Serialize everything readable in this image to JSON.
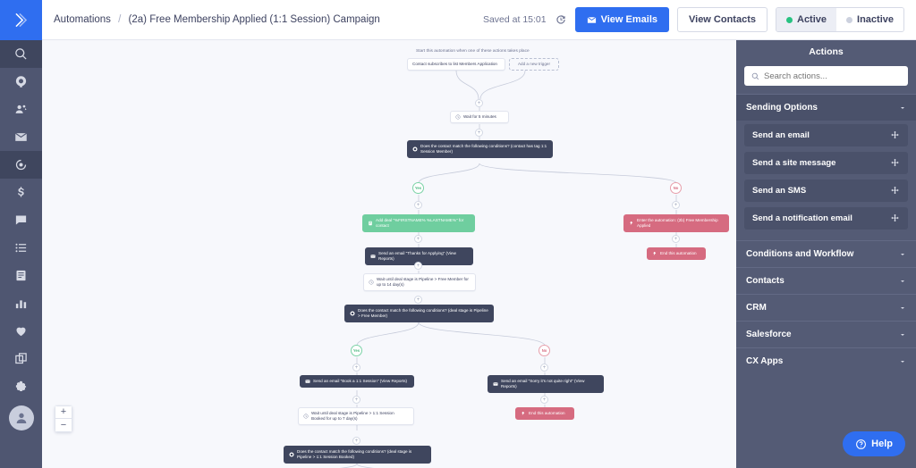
{
  "rail": {
    "logo_icon": "chevrons-right-logo",
    "items": [
      {
        "name": "search-icon",
        "selected": true
      },
      {
        "name": "deals-icon",
        "selected": false
      },
      {
        "name": "contacts-icon",
        "selected": false
      },
      {
        "name": "campaigns-mail-icon",
        "selected": false
      },
      {
        "name": "automations-icon",
        "selected": true
      },
      {
        "name": "ecommerce-dollar-icon",
        "selected": false
      },
      {
        "name": "conversations-icon",
        "selected": false
      },
      {
        "name": "lists-icon",
        "selected": false
      },
      {
        "name": "forms-icon",
        "selected": false
      },
      {
        "name": "reports-chart-icon",
        "selected": false
      },
      {
        "name": "heart-icon",
        "selected": false
      },
      {
        "name": "pages-copy-icon",
        "selected": false
      },
      {
        "name": "settings-gear-icon",
        "selected": false
      }
    ],
    "avatar_icon": "user-avatar-icon"
  },
  "header": {
    "breadcrumb_root": "Automations",
    "breadcrumb_separator": "/",
    "breadcrumb_current": "(2a) Free Membership Applied (1:1 Session) Campaign",
    "saved_text": "Saved at 15:01",
    "history_icon": "history-clock-icon",
    "view_emails_label": "View Emails",
    "view_emails_icon": "envelope-icon",
    "view_contacts_label": "View Contacts",
    "active_label": "Active",
    "inactive_label": "Inactive",
    "active_state": true,
    "accent_blue": "#2f6ef0",
    "active_green": "#27c281"
  },
  "canvas": {
    "start_label": "Start this automation when one of these actions takes place",
    "zoom_in_label": "+",
    "zoom_out_label": "−",
    "yes_label": "Yes",
    "no_label": "No",
    "plus_label": "+",
    "nodes": [
      {
        "id": "trigger-1",
        "type": "white",
        "icon": "",
        "text": "Contact subscribes to list Members Application"
      },
      {
        "id": "trigger-2",
        "type": "dashed",
        "icon": "",
        "text": "Add a new trigger"
      },
      {
        "id": "wait-1",
        "type": "white",
        "icon": "clock-icon",
        "text": "Wait for 5 minutes"
      },
      {
        "id": "cond-1",
        "type": "dark",
        "icon": "condition-icon",
        "text": "Does the contact match the following conditions? (contact has tag 1:1 Session Member)"
      },
      {
        "id": "deal-1",
        "type": "green",
        "icon": "deal-icon",
        "text": "Add deal \"%FIRSTNAME% %LASTNAME%\" for contact"
      },
      {
        "id": "goto-1",
        "type": "pink",
        "icon": "goto-icon",
        "text": "Enter the automation: (2b) Free Membership Applied"
      },
      {
        "id": "end-1",
        "type": "pink",
        "icon": "goto-icon",
        "text": "End this automation"
      },
      {
        "id": "email-1",
        "type": "dark",
        "icon": "envelope-icon",
        "text": "Send an email \"Thanks for Applying\" (View Reports)"
      },
      {
        "id": "wait-2",
        "type": "white",
        "icon": "clock-icon",
        "text": "Wait until deal stage is Pipeline > Free Member for up to 14 day(s)"
      },
      {
        "id": "cond-2",
        "type": "dark",
        "icon": "condition-icon",
        "text": "Does the contact match the following conditions? (deal stage is Pipeline > Free Member)"
      },
      {
        "id": "email-2",
        "type": "dark",
        "icon": "envelope-icon",
        "text": "Send an email \"Book a 1:1 Session\" (View Reports)"
      },
      {
        "id": "email-3",
        "type": "dark",
        "icon": "envelope-icon",
        "text": "Send an email \"Sorry it's not quite right\" (View Reports)"
      },
      {
        "id": "wait-3",
        "type": "white",
        "icon": "clock-icon",
        "text": "Wait until deal stage is Pipeline > 1:1 Session Booked for up to 7 day(s)"
      },
      {
        "id": "end-2",
        "type": "pink",
        "icon": "goto-icon",
        "text": "End this automation"
      },
      {
        "id": "cond-3",
        "type": "dark",
        "icon": "condition-icon",
        "text": "Does the contact match the following conditions? (deal stage is Pipeline > 1:1 Session Booked)"
      }
    ]
  },
  "panel": {
    "title": "Actions",
    "search_placeholder": "Search actions...",
    "search_value": "",
    "search_icon": "search-icon",
    "groups": [
      {
        "label": "Sending Options",
        "expanded": true,
        "items": [
          {
            "label": "Send an email",
            "drag_icon": "drag-move-icon"
          },
          {
            "label": "Send a site message",
            "drag_icon": "drag-move-icon"
          },
          {
            "label": "Send an SMS",
            "drag_icon": "drag-move-icon"
          },
          {
            "label": "Send a notification email",
            "drag_icon": "drag-move-icon"
          }
        ]
      },
      {
        "label": "Conditions and Workflow",
        "expanded": false,
        "items": []
      },
      {
        "label": "Contacts",
        "expanded": false,
        "items": []
      },
      {
        "label": "CRM",
        "expanded": false,
        "items": []
      },
      {
        "label": "Salesforce",
        "expanded": false,
        "items": []
      },
      {
        "label": "CX Apps",
        "expanded": false,
        "items": []
      }
    ],
    "help_label": "Help",
    "help_icon": "question-circle-icon"
  }
}
